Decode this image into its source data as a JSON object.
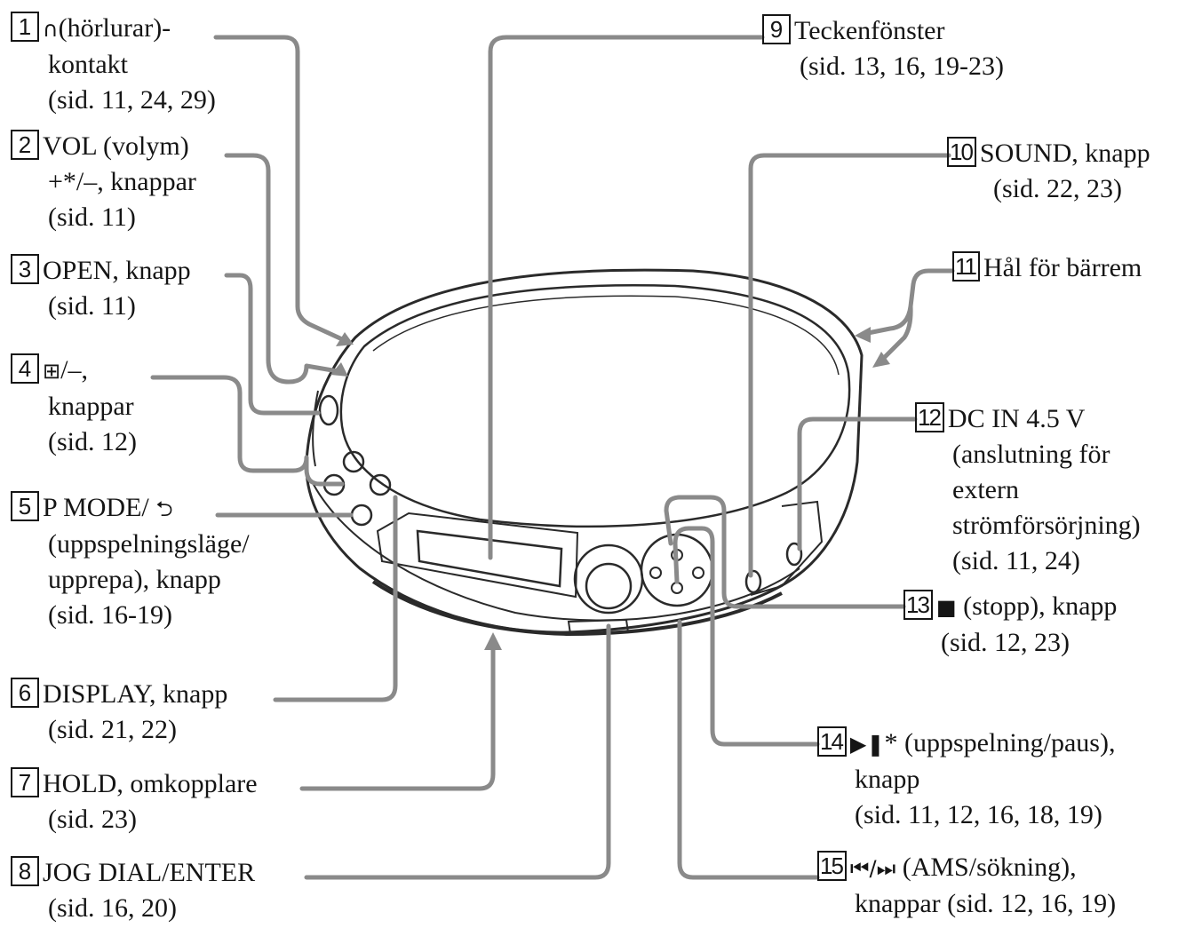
{
  "colors": {
    "text": "#151515",
    "leader": "#8a8a8a",
    "device_outline": "#2a2a2a",
    "device_fill": "#ffffff"
  },
  "callouts": [
    {
      "num": "1",
      "icon": "headphones-icon",
      "lines": [
        "(hörlurar)-",
        "kontakt",
        "(sid. 11, 24, 29)"
      ]
    },
    {
      "num": "2",
      "lines": [
        "VOL (volym)",
        "+*/–, knappar",
        "(sid. 11)"
      ]
    },
    {
      "num": "3",
      "lines": [
        "OPEN, knapp",
        "(sid. 11)"
      ]
    },
    {
      "num": "4",
      "icon": "group-plus-minus-icon",
      "lines": [
        "/–,",
        "knappar",
        "(sid. 12)"
      ]
    },
    {
      "num": "5",
      "icon": "repeat-icon",
      "lines": [
        "P MODE/",
        "(uppspelningsläge/",
        "upprepa), knapp",
        "(sid. 16-19)"
      ]
    },
    {
      "num": "6",
      "lines": [
        "DISPLAY, knapp",
        "(sid. 21, 22)"
      ]
    },
    {
      "num": "7",
      "lines": [
        "HOLD, omkopplare",
        "(sid. 23)"
      ]
    },
    {
      "num": "8",
      "lines": [
        "JOG DIAL/ENTER",
        "(sid. 16, 20)"
      ]
    },
    {
      "num": "9",
      "lines": [
        "Teckenfönster",
        "(sid. 13, 16, 19-23)"
      ]
    },
    {
      "num": "10",
      "lines": [
        "SOUND, knapp",
        "(sid. 22, 23)"
      ]
    },
    {
      "num": "11",
      "lines": [
        "Hål för bärrem"
      ]
    },
    {
      "num": "12",
      "lines": [
        "DC IN 4.5 V",
        "(anslutning för",
        "extern",
        "strömförsörjning)",
        "(sid. 11, 24)"
      ]
    },
    {
      "num": "13",
      "icon": "stop-icon",
      "lines": [
        " (stopp), knapp",
        "(sid. 12, 23)"
      ]
    },
    {
      "num": "14",
      "icon": "play-pause-icon",
      "lines": [
        "* (uppspelning/paus),",
        "knapp",
        "(sid. 11, 12, 16, 18, 19)"
      ]
    },
    {
      "num": "15",
      "icon": "prev-next-icon",
      "lines": [
        " (AMS/sökning),",
        "knappar (sid. 12, 16, 19)"
      ]
    }
  ]
}
